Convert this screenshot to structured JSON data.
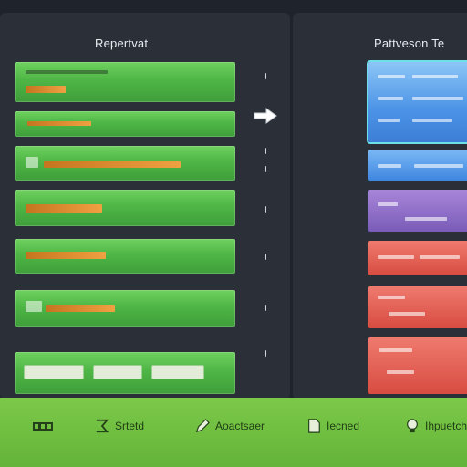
{
  "left_panel": {
    "title": "Repertvat"
  },
  "right_panel": {
    "title": "Pattveson Te"
  },
  "left_rows": [
    {
      "kind": "plain"
    },
    {
      "kind": "plain"
    },
    {
      "kind": "plain"
    },
    {
      "kind": "plain"
    },
    {
      "kind": "plain"
    },
    {
      "kind": "plain"
    },
    {
      "kind": "tags"
    }
  ],
  "right_rows": [
    {
      "color": "blue-big"
    },
    {
      "color": "blue"
    },
    {
      "color": "purple"
    },
    {
      "color": "red"
    },
    {
      "color": "red"
    },
    {
      "color": "red"
    }
  ],
  "bottom_toolbar": {
    "items": [
      {
        "label": "",
        "icon": "grid-icon"
      },
      {
        "label": "Srtetd",
        "icon": "sigma-icon"
      },
      {
        "label": "Aoactsaer",
        "icon": "pencil-icon"
      },
      {
        "label": "Iecned",
        "icon": "page-icon"
      },
      {
        "label": "Ihpuetch",
        "icon": "bulb-icon"
      }
    ]
  },
  "colors": {
    "accent_green": "#4eb646",
    "accent_blue": "#3f86e0",
    "accent_purple": "#7a5cb9",
    "accent_red": "#d84c41",
    "toolbar_green": "#6fbe40"
  }
}
